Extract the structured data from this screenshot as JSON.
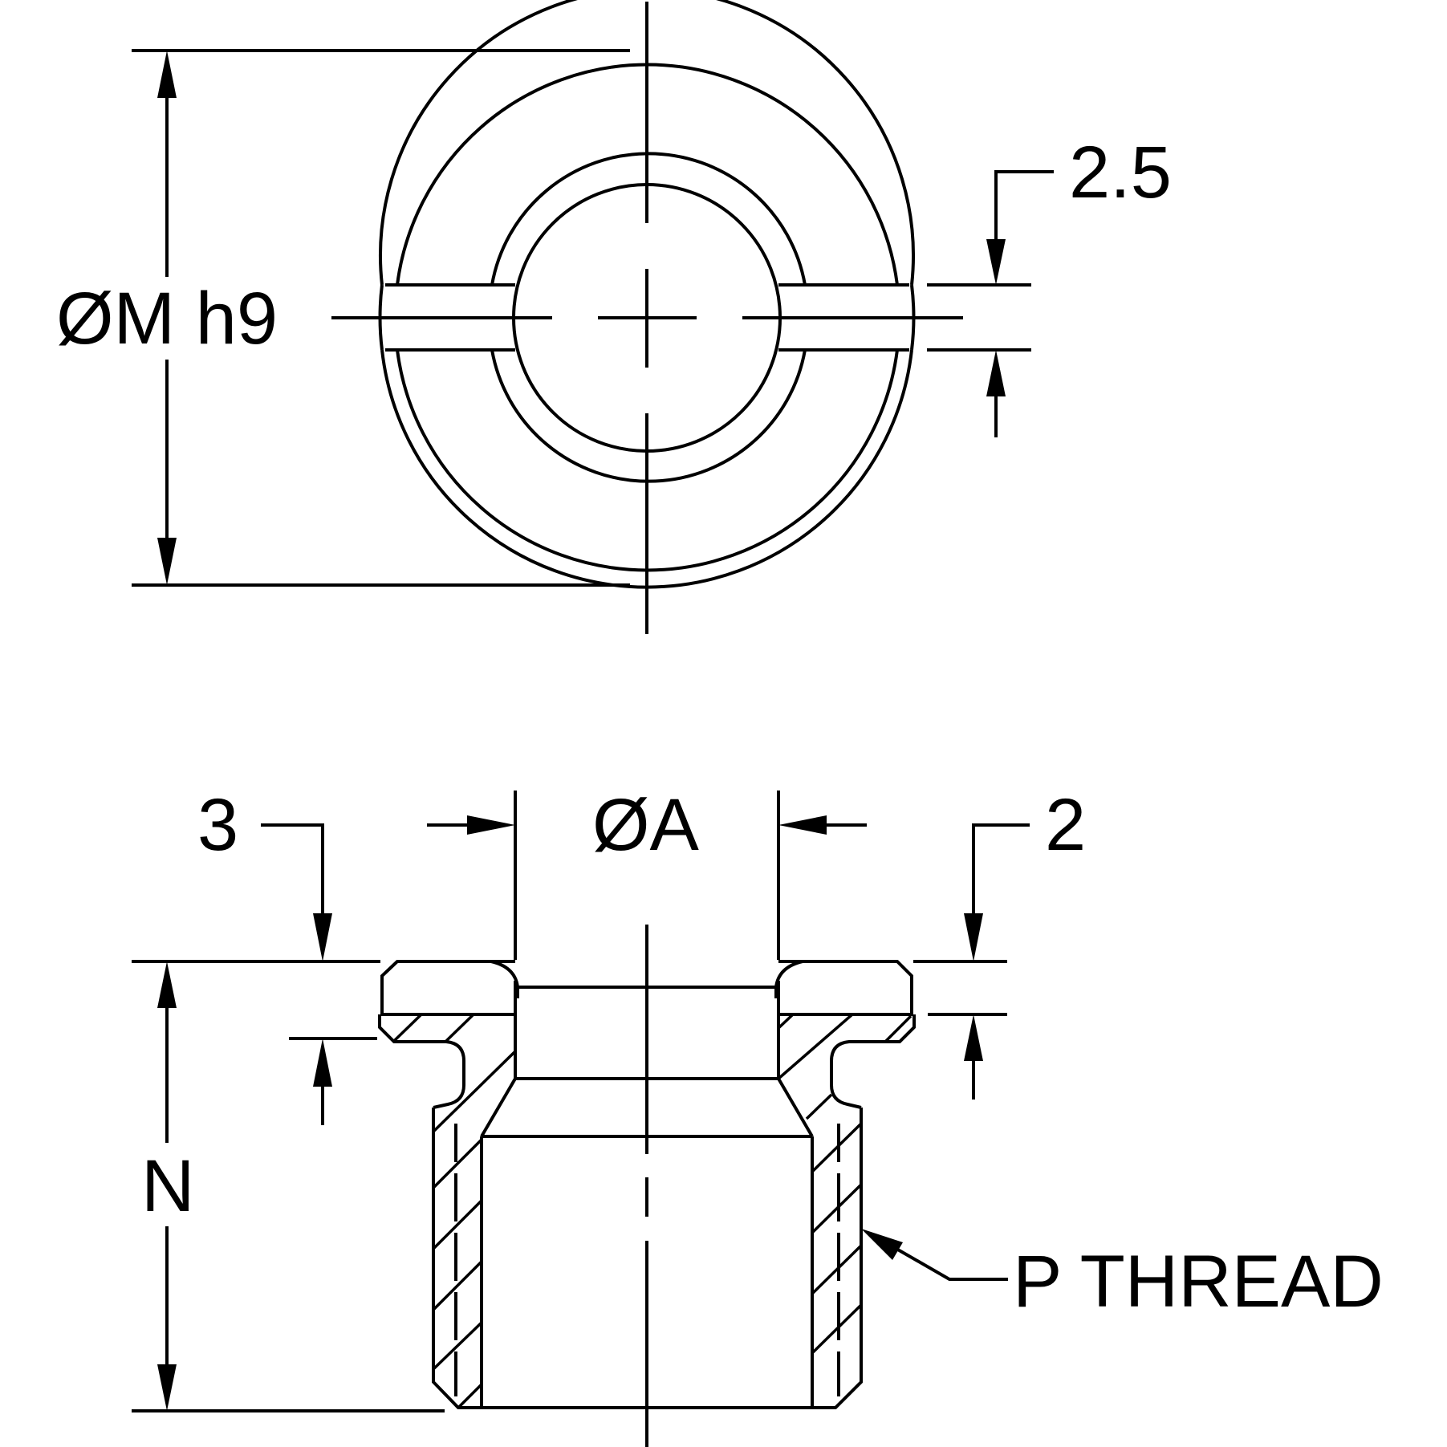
{
  "labels": {
    "diameter_m": "ØM h9",
    "slot_width": "2.5",
    "diameter_a": "ØA",
    "dim_3": "3",
    "dim_2": "2",
    "length_n": "N",
    "thread": "P THREAD"
  },
  "colors": {
    "line": "#000000",
    "background": "#ffffff"
  }
}
